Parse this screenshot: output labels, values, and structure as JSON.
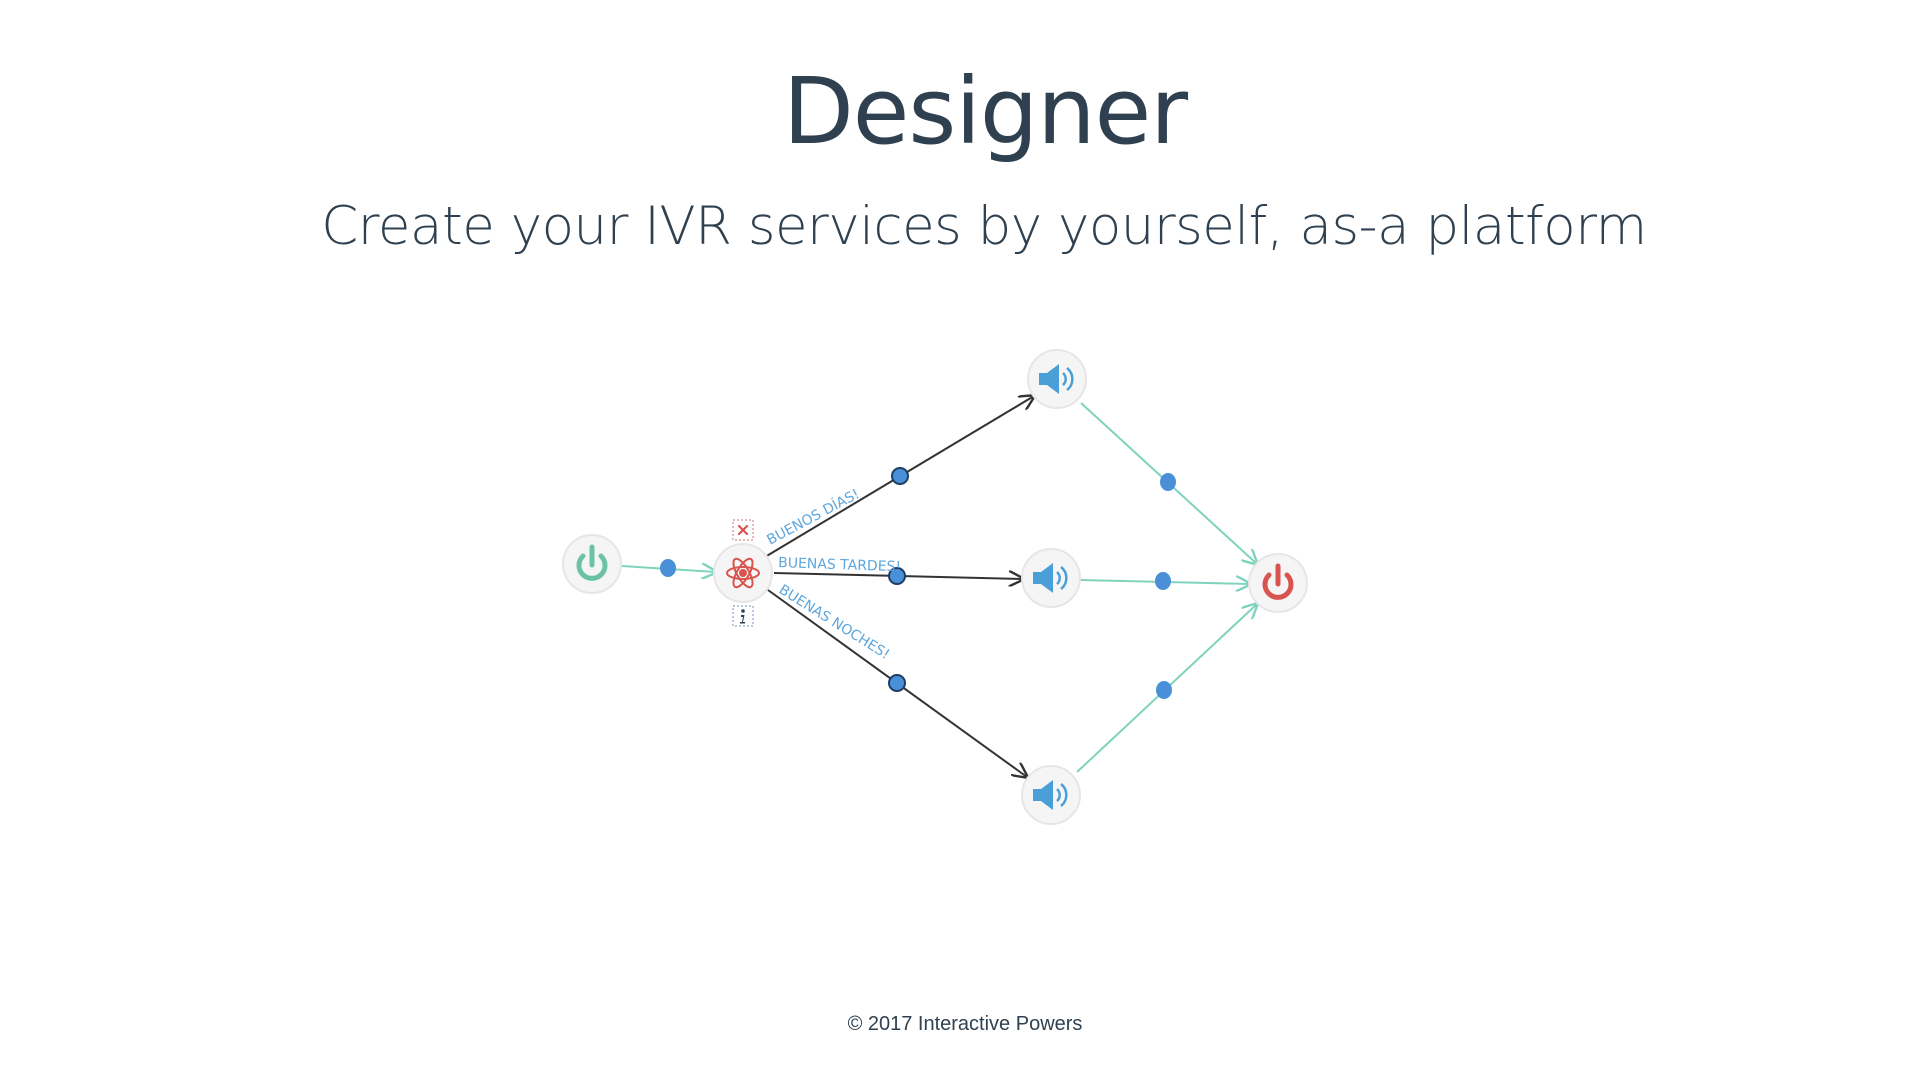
{
  "header": {
    "title": "Designer",
    "subtitle": "Create your IVR services by yourself, as-a platform"
  },
  "diagram": {
    "edge_labels": {
      "morning": "BUENOS DÍAS!",
      "afternoon": "BUENAS TARDES!",
      "night": "BUENAS NOCHES!"
    },
    "colors": {
      "start": "#6cc2a4",
      "end": "#d9534f",
      "speaker": "#4a9fd8",
      "logic": "#d9534f",
      "flow_edge": "#7fd3bd",
      "branch_edge": "#333333",
      "waypoint": "#4a90d9"
    },
    "icons": {
      "start_node": "power-icon",
      "logic_node": "atom-icon",
      "speaker_nodes": "speaker-icon",
      "end_node": "power-icon",
      "delete_control": "close-icon",
      "info_control": "info-icon"
    }
  },
  "footer": {
    "copyright": "© 2017 Interactive Powers"
  }
}
